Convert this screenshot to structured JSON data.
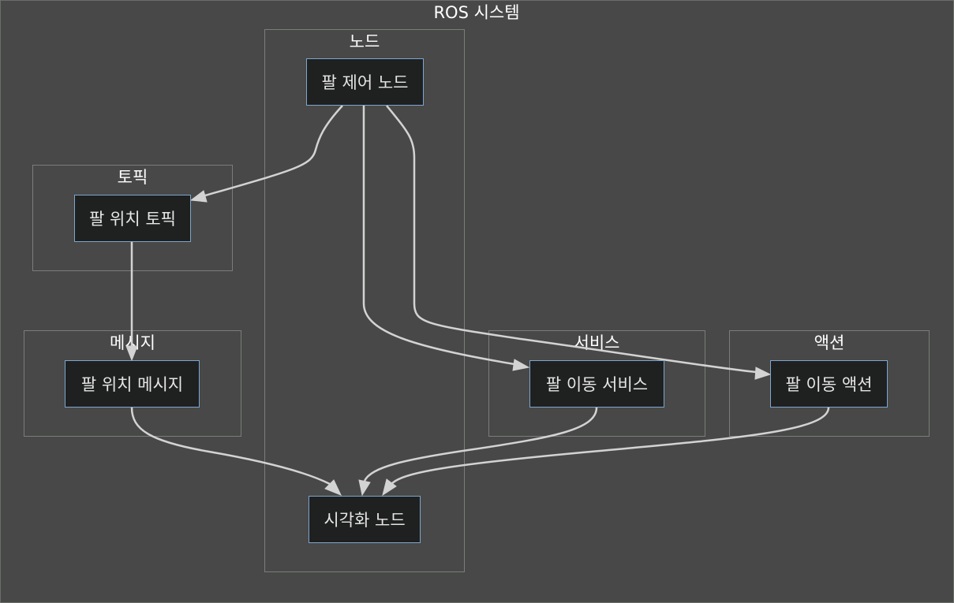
{
  "diagram": {
    "title": "ROS 시스템",
    "clusters": {
      "node": {
        "label": "노드"
      },
      "topic": {
        "label": "토픽"
      },
      "message": {
        "label": "메시지"
      },
      "service": {
        "label": "서비스"
      },
      "action": {
        "label": "액션"
      }
    },
    "nodes": {
      "arm_control_node": "팔 제어 노드",
      "arm_position_topic": "팔 위치 토픽",
      "arm_position_message": "팔 위치 메시지",
      "arm_move_service": "팔 이동 서비스",
      "arm_move_action": "팔 이동 액션",
      "visualization_node": "시각화 노드"
    },
    "edges": [
      {
        "from": "arm_control_node",
        "to": "arm_position_topic"
      },
      {
        "from": "arm_control_node",
        "to": "arm_move_service"
      },
      {
        "from": "arm_control_node",
        "to": "arm_move_action"
      },
      {
        "from": "arm_position_topic",
        "to": "arm_position_message"
      },
      {
        "from": "arm_position_message",
        "to": "visualization_node"
      },
      {
        "from": "arm_move_service",
        "to": "visualization_node"
      },
      {
        "from": "arm_move_action",
        "to": "visualization_node"
      }
    ]
  }
}
